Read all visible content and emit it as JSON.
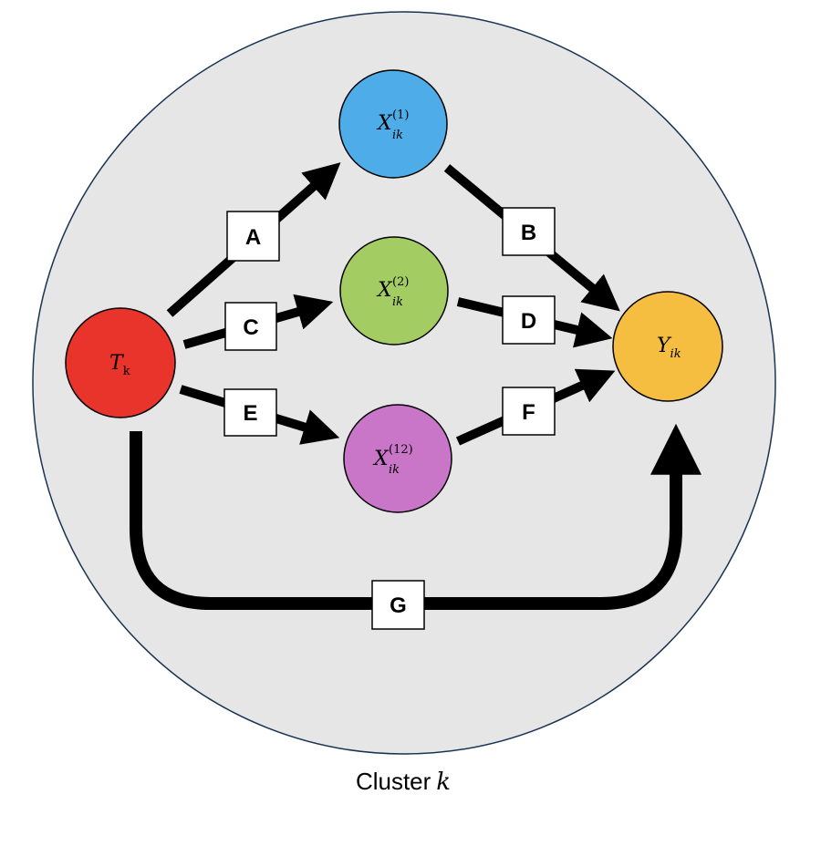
{
  "caption": {
    "text": "Cluster",
    "variable": "k"
  },
  "nodes": {
    "T": {
      "base": "T",
      "sub": "k",
      "sup": "",
      "color": "#E8342A"
    },
    "X1": {
      "base": "X",
      "sub": "ik",
      "sup": "(1)",
      "color": "#4EADE8"
    },
    "X2": {
      "base": "X",
      "sub": "ik",
      "sup": "(2)",
      "color": "#A3CD63"
    },
    "X12": {
      "base": "X",
      "sub": "ik",
      "sup": "(12)",
      "color": "#C976C9"
    },
    "Y": {
      "base": "Y",
      "sub": "ik",
      "sup": "",
      "color": "#F5BE41"
    }
  },
  "edges": {
    "A": "A",
    "B": "B",
    "C": "C",
    "D": "D",
    "E": "E",
    "F": "F",
    "G": "G"
  },
  "colors": {
    "cluster_fill": "#E6E6E6",
    "edge": "#000000"
  }
}
